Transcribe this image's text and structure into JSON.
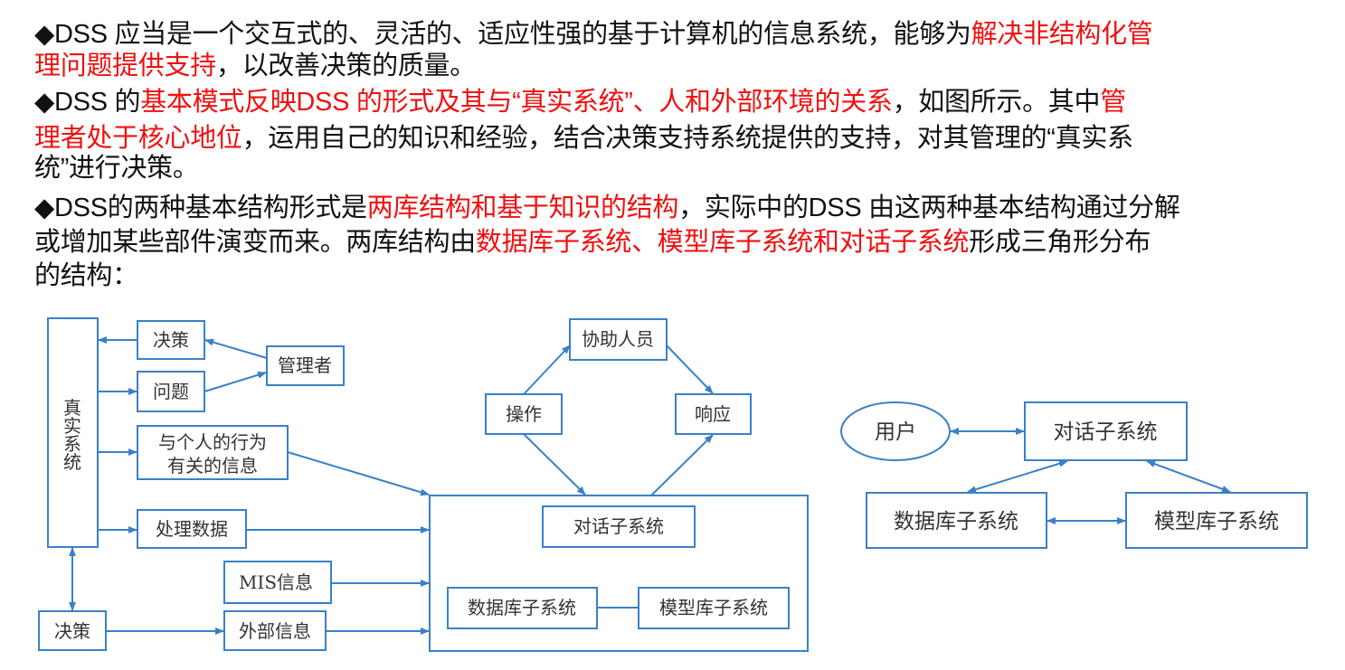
{
  "text_lines": [
    [
      {
        "t": "◆DSS 应当是一个交互式的、灵活的、适应性强的基于计算机的信息系统，能够为",
        "r": false
      },
      {
        "t": "解决非结构化管",
        "r": true
      }
    ],
    [
      {
        "t": "理问题提供支持",
        "r": true
      },
      {
        "t": "，以改善决策的质量。",
        "r": false
      }
    ],
    [
      {
        "t": "◆DSS 的",
        "r": false
      },
      {
        "t": "基本模式反映DSS 的形式及其与“真实系统”、人和外部环境的关系",
        "r": true
      },
      {
        "t": "，如图所示。其中",
        "r": false
      },
      {
        "t": "管",
        "r": true
      }
    ],
    [
      {
        "t": "理者处于核心地位",
        "r": true
      },
      {
        "t": "，运用自己的知识和经验，结合决策支持系统提供的支持，对其管理的“真实系",
        "r": false
      }
    ],
    [
      {
        "t": "统”进行决策。",
        "r": false
      }
    ],
    [
      {
        "t": "◆DSS的两种基本结构形式是",
        "r": false
      },
      {
        "t": "两库结构和基于知识的结构",
        "r": true
      },
      {
        "t": "，实际中的DSS 由这两种基本结构通过分解",
        "r": false
      }
    ],
    [
      {
        "t": "或增加某些部件演变而来。两库结构由",
        "r": false
      },
      {
        "t": "数据库子系统、模型库子系统和对话子系统",
        "r": true
      },
      {
        "t": "形成三角形分布",
        "r": false
      }
    ],
    [
      {
        "t": "的结构：",
        "r": false
      }
    ]
  ],
  "diagram1": {
    "real_system": [
      "真",
      "实",
      "系",
      "统"
    ],
    "decision_top": "决策",
    "problem": "问题",
    "manager": "管理者",
    "behavior_info": [
      "与个人的行为",
      "有关的信息"
    ],
    "process_data": "处理数据",
    "mis_info": "MIS信息",
    "external_info": "外部信息",
    "decision_bottom": "决策",
    "assistant": "协助人员",
    "operation": "操作",
    "response": "响应",
    "dialog": "对话子系统",
    "database": "数据库子系统",
    "model": "模型库子系统"
  },
  "diagram2": {
    "user": "用户",
    "dialog": "对话子系统",
    "database": "数据库子系统",
    "model": "模型库子系统"
  },
  "colors": {
    "accent": "#f01010",
    "box": "#3a80c8"
  }
}
